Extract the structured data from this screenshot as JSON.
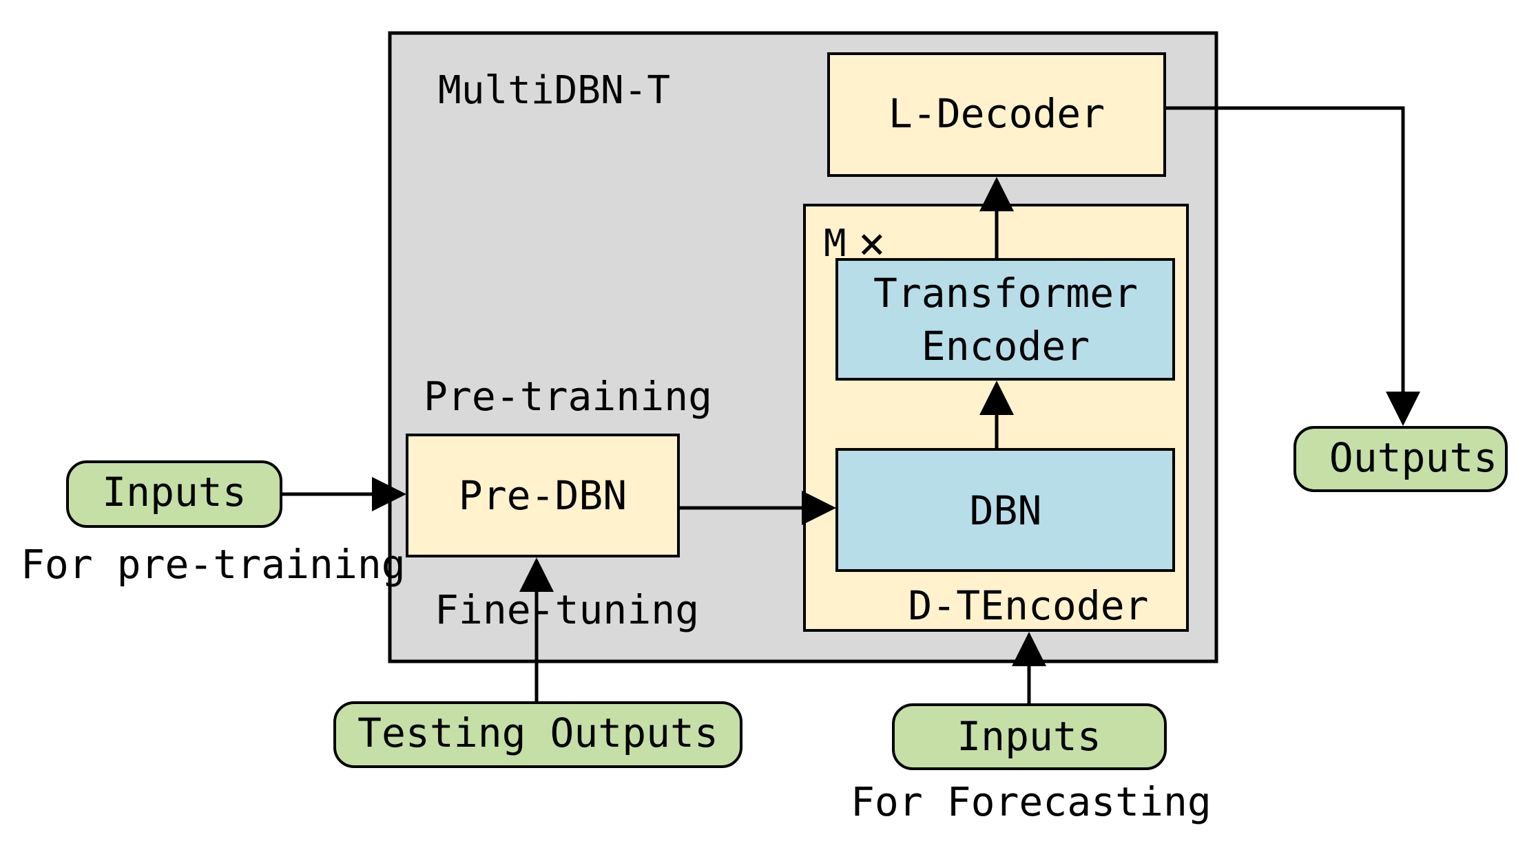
{
  "diagram": {
    "colors": {
      "container_fill": "#d9d9d9",
      "module_fill": "#fff2cc",
      "encoder_block_fill": "#b7dde8",
      "terminal_fill": "#c5dfa6",
      "stroke": "#000000"
    },
    "container": {
      "title": "MultiDBN-T"
    },
    "pre_training_label": "Pre-training",
    "fine_tuning_label": "Fine-tuning",
    "pre_dbn": {
      "label": "Pre-DBN"
    },
    "d_tencoder": {
      "label": "D-TEncoder",
      "repeat_label": "M",
      "repeat_symbol": "×"
    },
    "transformer_encoder": {
      "line1": "Transformer",
      "line2": "Encoder"
    },
    "dbn": {
      "label": "DBN"
    },
    "l_decoder": {
      "label": "L-Decoder"
    },
    "inputs_pretraining": {
      "label": "Inputs",
      "caption": "For pre-training"
    },
    "testing_outputs": {
      "label": "Testing Outputs"
    },
    "inputs_forecasting": {
      "label": "Inputs",
      "caption": "For Forecasting"
    },
    "outputs": {
      "label": "Outputs"
    }
  }
}
